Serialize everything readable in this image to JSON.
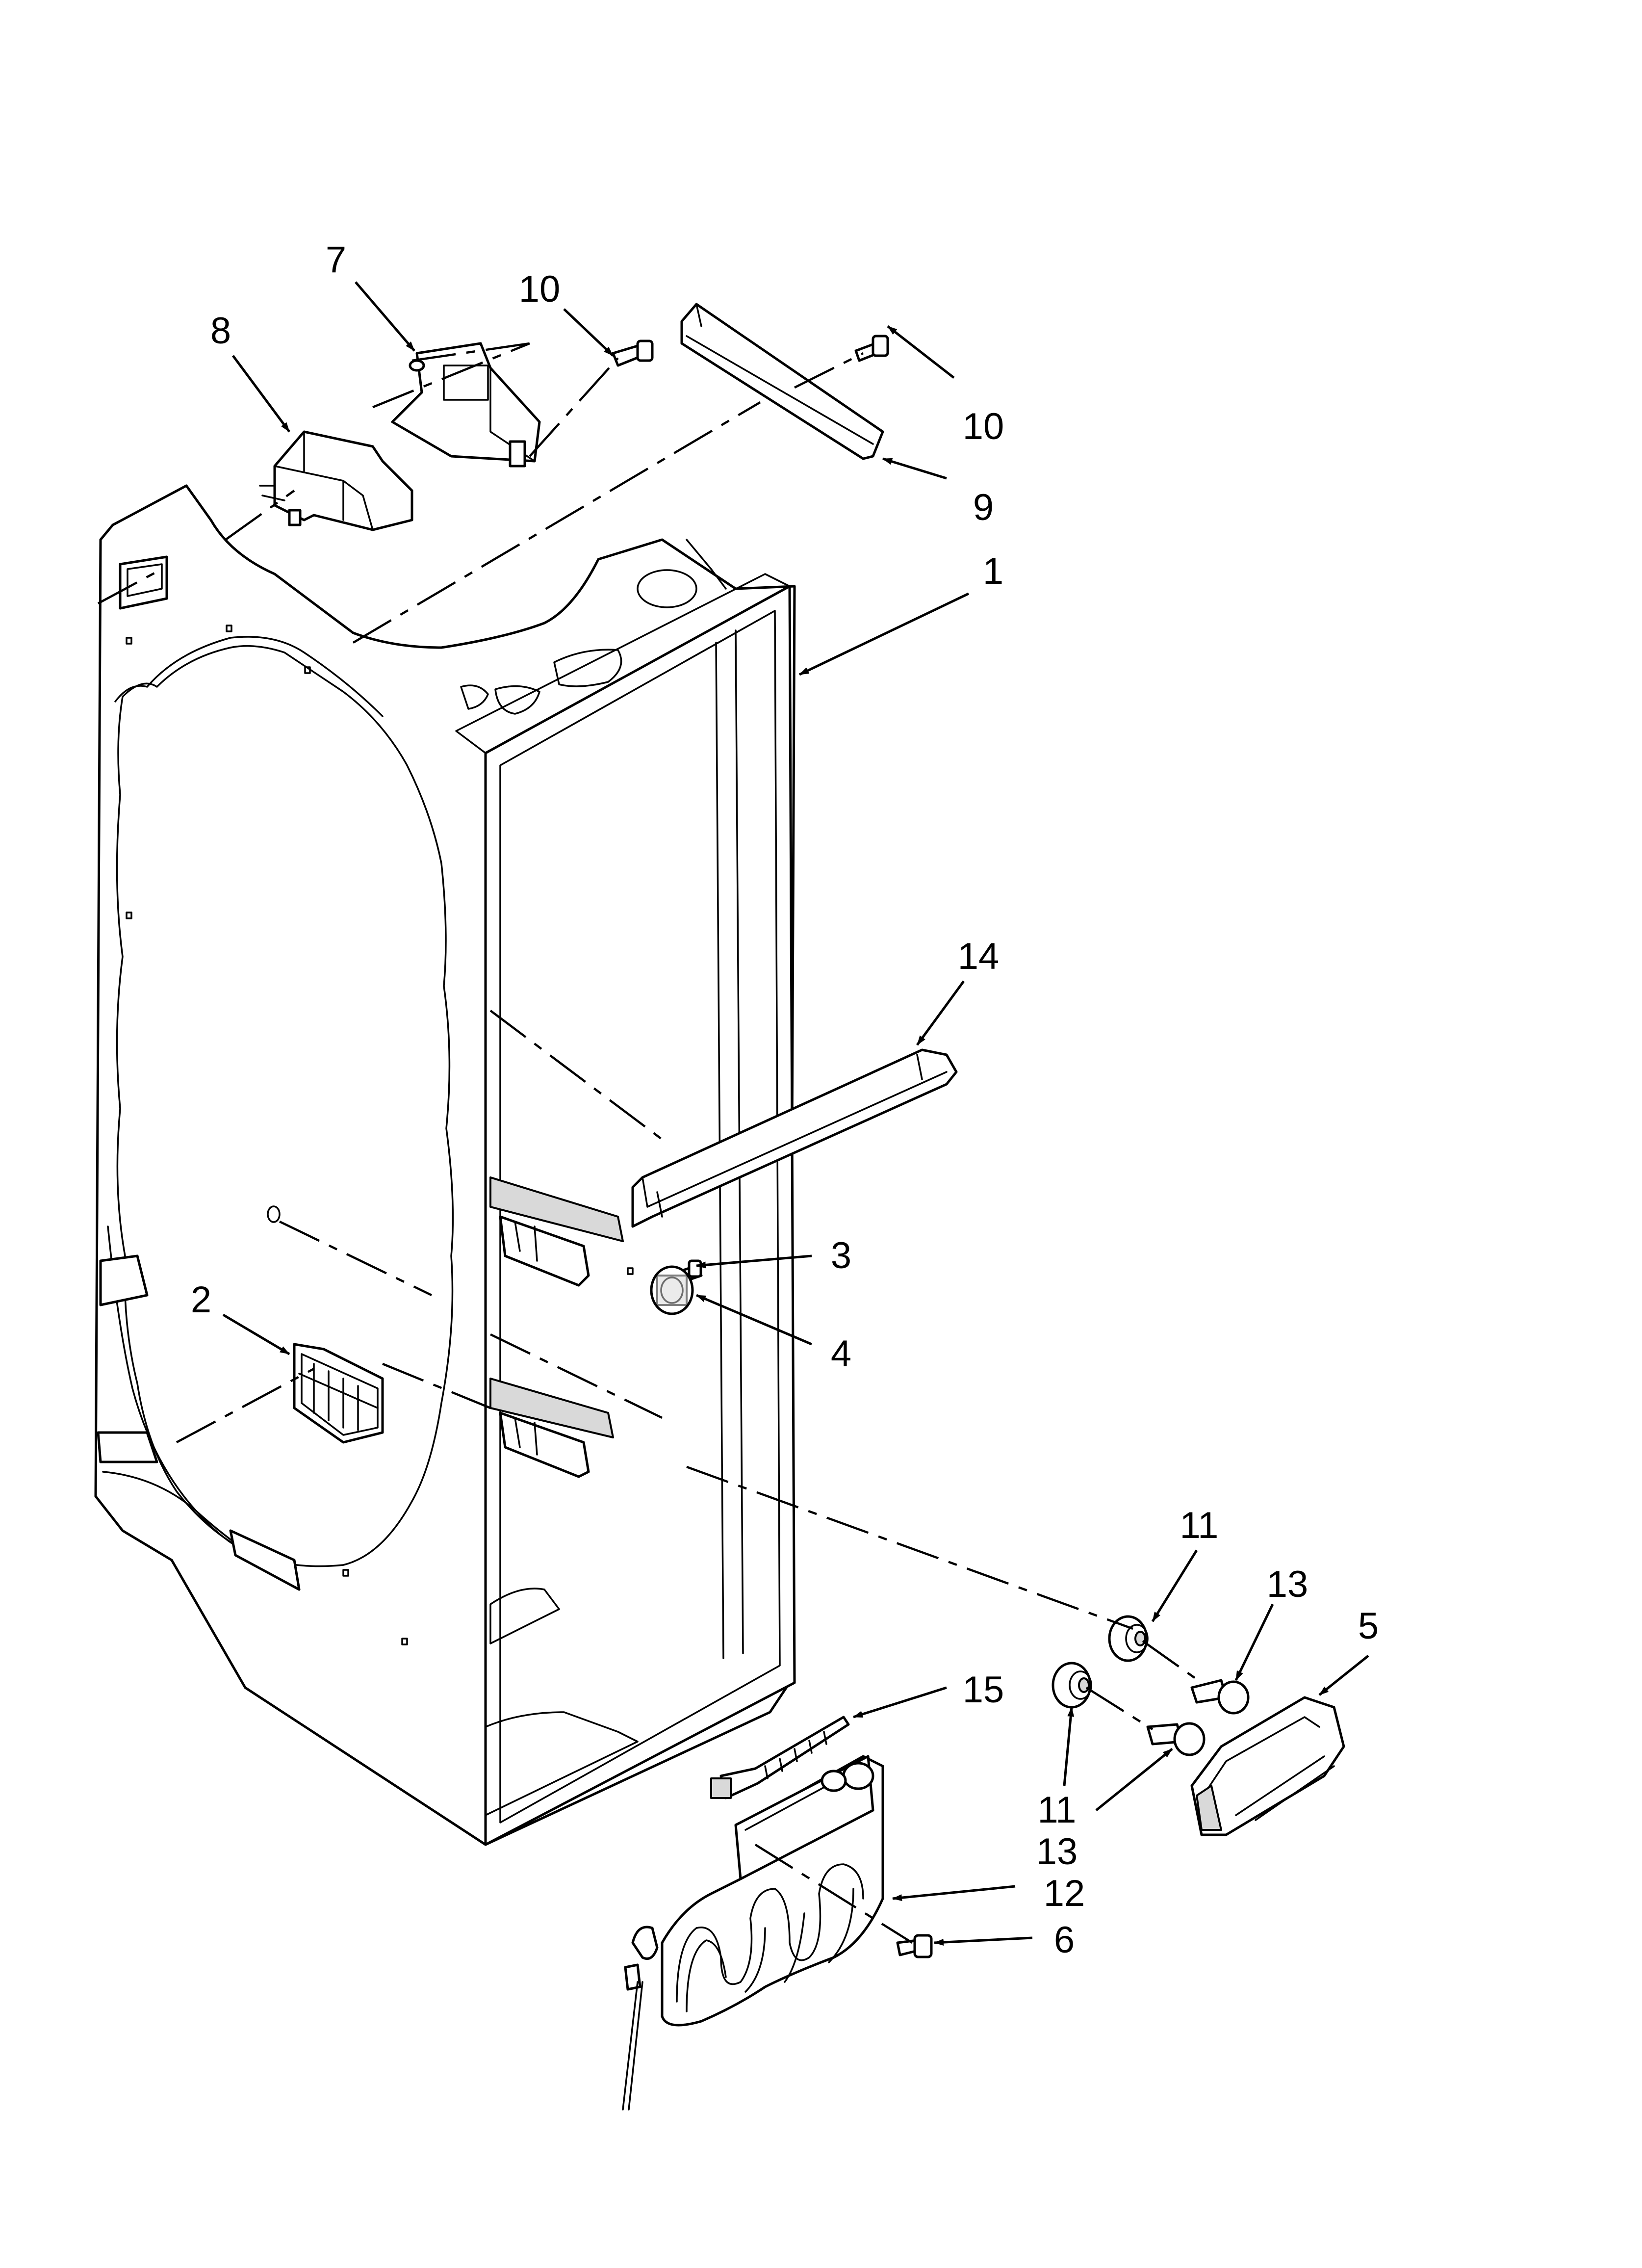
{
  "diagram": {
    "type": "exploded-parts-view",
    "callouts": [
      {
        "id": "c7",
        "label": "7"
      },
      {
        "id": "c8",
        "label": "8"
      },
      {
        "id": "c10a",
        "label": "10"
      },
      {
        "id": "c10b",
        "label": "10"
      },
      {
        "id": "c9",
        "label": "9"
      },
      {
        "id": "c1",
        "label": "1"
      },
      {
        "id": "c14",
        "label": "14"
      },
      {
        "id": "c3",
        "label": "3"
      },
      {
        "id": "c4",
        "label": "4"
      },
      {
        "id": "c2",
        "label": "2"
      },
      {
        "id": "c11a",
        "label": "11"
      },
      {
        "id": "c13a",
        "label": "13"
      },
      {
        "id": "c5",
        "label": "5"
      },
      {
        "id": "c15",
        "label": "15"
      },
      {
        "id": "c11b",
        "label": "11"
      },
      {
        "id": "c13b",
        "label": "13"
      },
      {
        "id": "c12",
        "label": "12"
      },
      {
        "id": "c6",
        "label": "6"
      }
    ]
  }
}
